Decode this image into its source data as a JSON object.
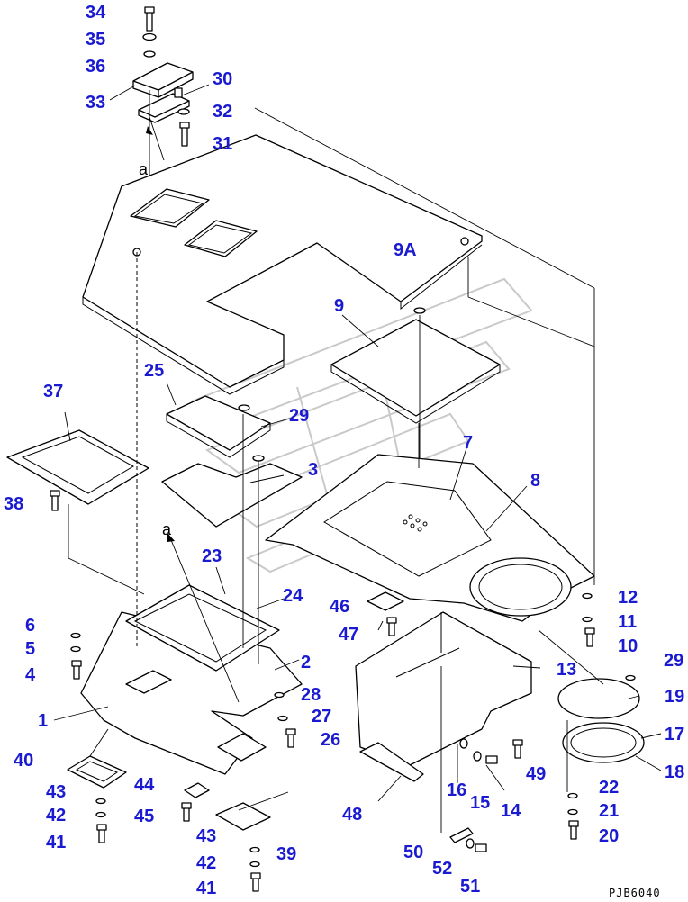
{
  "drawing": {
    "code": "PJB6040",
    "reference_marks": [
      "a",
      "a"
    ]
  },
  "callouts": [
    {
      "id": "34",
      "label": "34"
    },
    {
      "id": "35",
      "label": "35"
    },
    {
      "id": "36",
      "label": "36"
    },
    {
      "id": "33",
      "label": "33"
    },
    {
      "id": "30",
      "label": "30"
    },
    {
      "id": "32",
      "label": "32"
    },
    {
      "id": "31",
      "label": "31"
    },
    {
      "id": "9A",
      "label": "9A"
    },
    {
      "id": "9",
      "label": "9"
    },
    {
      "id": "25",
      "label": "25"
    },
    {
      "id": "29a",
      "label": "29"
    },
    {
      "id": "37",
      "label": "37"
    },
    {
      "id": "7",
      "label": "7"
    },
    {
      "id": "3",
      "label": "3"
    },
    {
      "id": "8",
      "label": "8"
    },
    {
      "id": "38",
      "label": "38"
    },
    {
      "id": "23",
      "label": "23"
    },
    {
      "id": "24",
      "label": "24"
    },
    {
      "id": "46",
      "label": "46"
    },
    {
      "id": "12",
      "label": "12"
    },
    {
      "id": "11",
      "label": "11"
    },
    {
      "id": "6",
      "label": "6"
    },
    {
      "id": "47",
      "label": "47"
    },
    {
      "id": "10",
      "label": "10"
    },
    {
      "id": "5",
      "label": "5"
    },
    {
      "id": "2",
      "label": "2"
    },
    {
      "id": "13",
      "label": "13"
    },
    {
      "id": "29b",
      "label": "29"
    },
    {
      "id": "4",
      "label": "4"
    },
    {
      "id": "28",
      "label": "28"
    },
    {
      "id": "19",
      "label": "19"
    },
    {
      "id": "1",
      "label": "1"
    },
    {
      "id": "27",
      "label": "27"
    },
    {
      "id": "26",
      "label": "26"
    },
    {
      "id": "17",
      "label": "17"
    },
    {
      "id": "40",
      "label": "40"
    },
    {
      "id": "16",
      "label": "16"
    },
    {
      "id": "49",
      "label": "49"
    },
    {
      "id": "18",
      "label": "18"
    },
    {
      "id": "44",
      "label": "44"
    },
    {
      "id": "15",
      "label": "15"
    },
    {
      "id": "43a",
      "label": "43"
    },
    {
      "id": "22",
      "label": "22"
    },
    {
      "id": "14",
      "label": "14"
    },
    {
      "id": "45",
      "label": "45"
    },
    {
      "id": "42a",
      "label": "42"
    },
    {
      "id": "48",
      "label": "48"
    },
    {
      "id": "21",
      "label": "21"
    },
    {
      "id": "41a",
      "label": "41"
    },
    {
      "id": "20",
      "label": "20"
    },
    {
      "id": "43b",
      "label": "43"
    },
    {
      "id": "39",
      "label": "39"
    },
    {
      "id": "50",
      "label": "50"
    },
    {
      "id": "42b",
      "label": "42"
    },
    {
      "id": "52",
      "label": "52"
    },
    {
      "id": "41b",
      "label": "41"
    },
    {
      "id": "51",
      "label": "51"
    }
  ]
}
